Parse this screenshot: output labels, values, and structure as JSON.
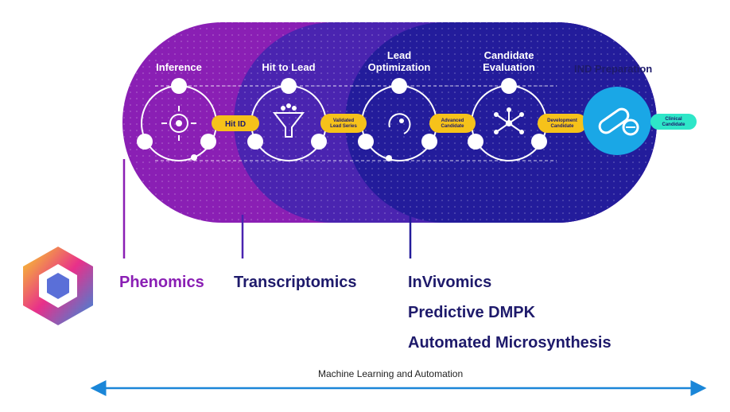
{
  "pipeline": {
    "stages": [
      {
        "label": "Inference"
      },
      {
        "label": "Hit to Lead"
      },
      {
        "label": "Lead Optimization"
      },
      {
        "label": "Candidate Evaluation"
      }
    ],
    "ind_label": "IND Preparation",
    "milestones": [
      "Hit ID",
      "Validated Lead Series",
      "Advanced Candidate",
      "Development Candidate"
    ],
    "final_milestone": "Clinical Candidate"
  },
  "technologies": {
    "phenomics": "Phenomics",
    "transcriptomics": "Transcriptomics",
    "invivo": [
      "InVivomics",
      "Predictive DMPK",
      "Automated Microsynthesis"
    ]
  },
  "axis": {
    "label": "Machine Learning and Automation"
  },
  "colors": {
    "purple": "#8a1fb4",
    "violet": "#4a24b0",
    "navy": "#231c9b",
    "yellow": "#f6c21a",
    "cyan": "#1aa7e6",
    "teal": "#2ee6c8",
    "phenomics_text": "#8a1fb4",
    "dark_text": "#1e1a6b"
  }
}
